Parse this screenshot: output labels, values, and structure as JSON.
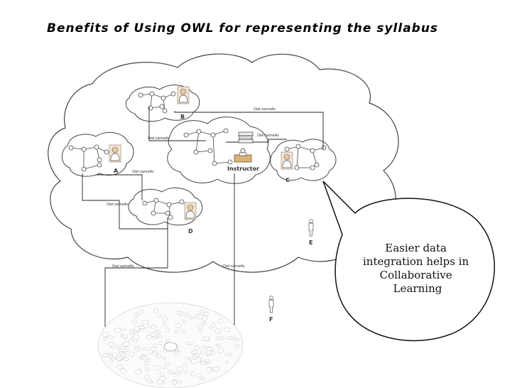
{
  "title": "Benefits of Using OWL for representing the syllabus",
  "link_label": "Owl:sameAs",
  "nodes": {
    "a": "A",
    "b": "B",
    "c": "C",
    "d": "D",
    "e": "E",
    "f": "F",
    "instructor": "Instructor"
  },
  "callout_lines": [
    "Easier data",
    "integration helps in",
    "Collaborative",
    "Learning"
  ],
  "icons": [
    "person-icon",
    "book-stack-icon",
    "teacher-at-desk-icon",
    "standing-person-icon",
    "linked-data-cloud-graph"
  ]
}
